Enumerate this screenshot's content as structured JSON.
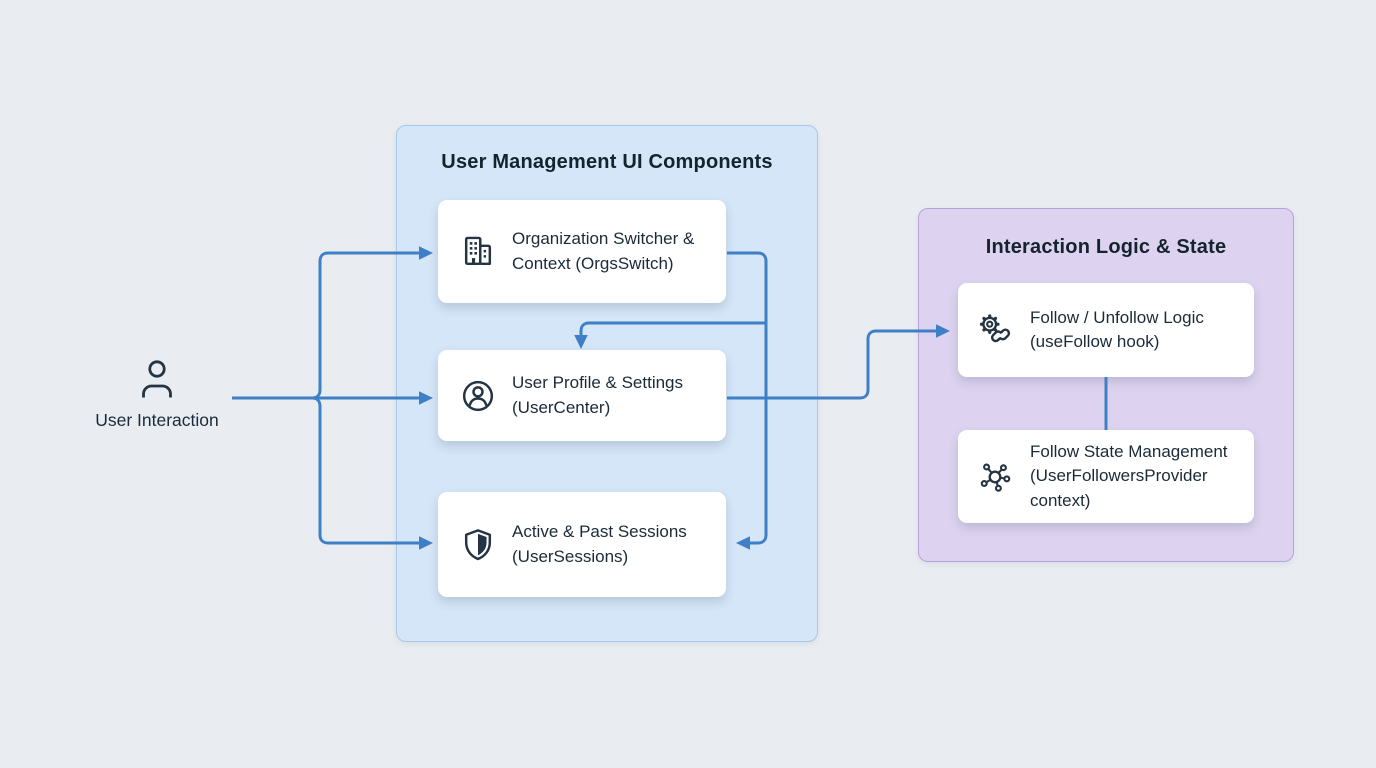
{
  "colors": {
    "background": "#e9edf2",
    "ui_panel_bg": "#d4e6f8",
    "ui_panel_border": "#a8c8e8",
    "logic_panel_bg": "#ddd3f0",
    "logic_panel_border": "#b5a4da",
    "card_bg": "#ffffff",
    "arrow": "#3f7fc6",
    "text": "#1b2a38"
  },
  "actor": {
    "label": "User Interaction",
    "icon": "person-icon"
  },
  "ui_panel": {
    "title": "User Management UI Components",
    "cards": [
      {
        "icon": "building-icon",
        "title": "Organization Switcher & Context",
        "subtitle": "(OrgsSwitch)"
      },
      {
        "icon": "user-circle-icon",
        "title": "User Profile & Settings",
        "subtitle": "(UserCenter)"
      },
      {
        "icon": "shield-icon",
        "title": "Active & Past Sessions",
        "subtitle": "(UserSessions)"
      }
    ]
  },
  "logic_panel": {
    "title": "Interaction Logic & State",
    "cards": [
      {
        "icon": "gear-link-icon",
        "title": "Follow / Unfollow Logic",
        "subtitle": "(useFollow hook)"
      },
      {
        "icon": "network-icon",
        "title": "Follow State Management",
        "subtitle": "(UserFollowersProvider context)"
      }
    ]
  }
}
